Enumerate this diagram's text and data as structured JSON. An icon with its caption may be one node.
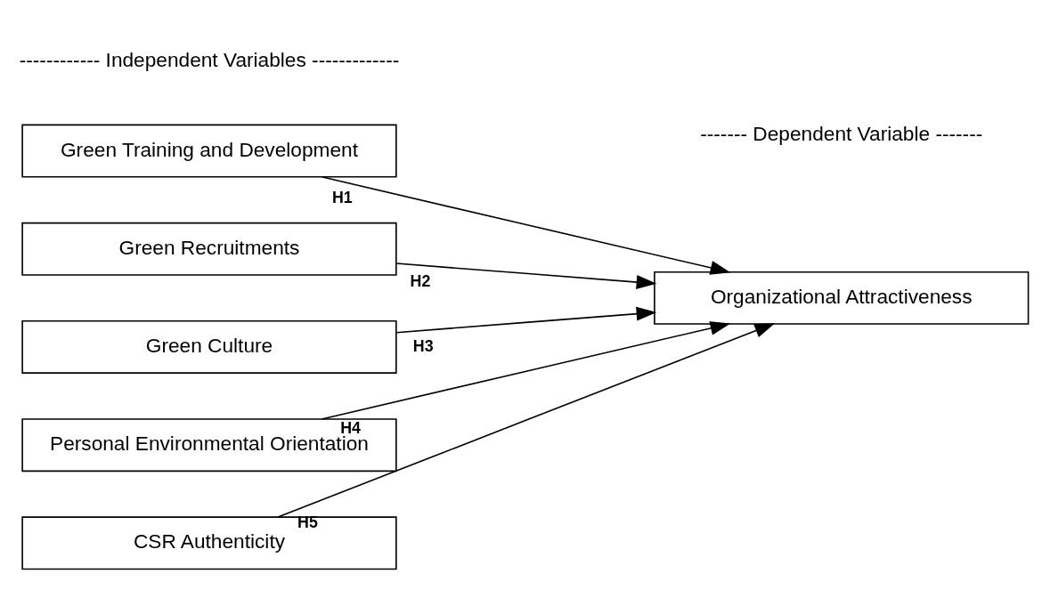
{
  "diagram": {
    "nodes": [
      {
        "text": [
          "Green Training and Development"
        ]
      },
      {
        "text": [
          "Green Recruitments"
        ]
      },
      {
        "text": [
          "Green Culture"
        ]
      },
      {
        "text": [
          "Personal Environmental Orientation"
        ]
      },
      {
        "text": [
          "CSR Authenticity"
        ]
      },
      {
        "text": [
          "Organizational Attractiveness"
        ]
      }
    ],
    "edges": [
      {
        "from": 0,
        "to": 5,
        "arrow": "to",
        "label": "H1"
      },
      {
        "from": 1,
        "to": 5,
        "arrow": "to",
        "label": "H2"
      },
      {
        "from": 2,
        "to": 5,
        "arrow": "to",
        "label": "H3"
      },
      {
        "from": 3,
        "to": 5,
        "arrow": "to",
        "label": "H4"
      },
      {
        "from": 4,
        "to": 5,
        "arrow": "to",
        "label": "H5"
      }
    ],
    "labels": [
      "------------ Independent Variables -------------",
      "------- Dependent Variable -------"
    ]
  }
}
